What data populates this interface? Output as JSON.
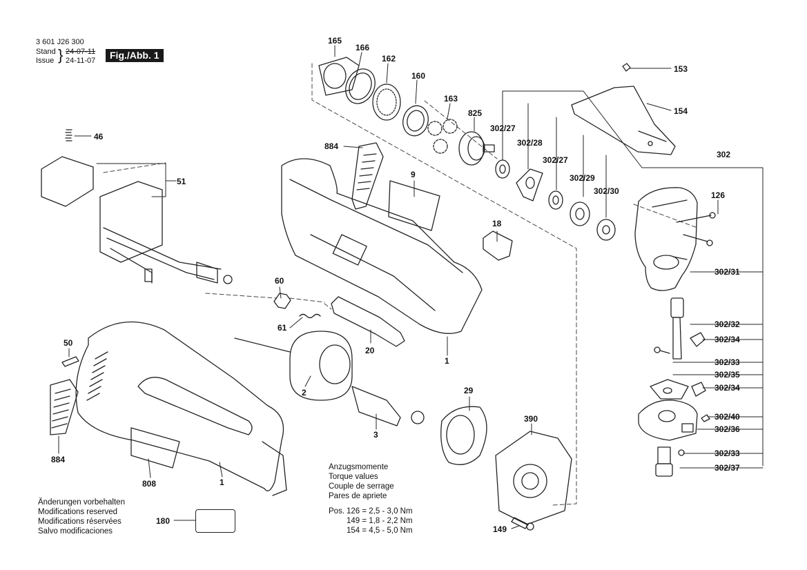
{
  "header": {
    "part_number": "3 601 J26 300",
    "stand_label": "Stand",
    "issue_label": "Issue",
    "stand_date": "24-07-11",
    "issue_date": "24-11-07",
    "figure_label": "Fig./Abb. 1"
  },
  "part_labels": {
    "p165": "165",
    "p166": "166",
    "p162": "162",
    "p160": "160",
    "p163": "163",
    "p825": "825",
    "p153": "153",
    "p154": "154",
    "p302": "302",
    "p46": "46",
    "p884a": "884",
    "p9": "9",
    "p302_27a": "302/27",
    "p302_28": "302/28",
    "p302_27b": "302/27",
    "p302_29": "302/29",
    "p302_30": "302/30",
    "p126": "126",
    "p51": "51",
    "p18": "18",
    "p60": "60",
    "p61": "61",
    "p20": "20",
    "p1a": "1",
    "p302_31": "302/31",
    "p302_32": "302/32",
    "p302_34a": "302/34",
    "p302_33a": "302/33",
    "p302_35": "302/35",
    "p302_34b": "302/34",
    "p302_40": "302/40",
    "p302_36": "302/36",
    "p302_33b": "302/33",
    "p302_37": "302/37",
    "p50": "50",
    "p2": "2",
    "p29": "29",
    "p3": "3",
    "p390": "390",
    "p884b": "884",
    "p808": "808",
    "p1b": "1",
    "p180": "180",
    "p149": "149"
  },
  "torque": {
    "lines": [
      "Anzugsmomente",
      "Torque values",
      "Couple de serrage",
      "Pares de apriete"
    ],
    "pos_prefix": "Pos.",
    "rows": [
      "126 = 2,5 - 3,0 Nm",
      "149 = 1,8 - 2,2 Nm",
      "154 = 4,5 - 5,0 Nm"
    ]
  },
  "modifications": [
    "Änderungen vorbehalten",
    "Modifications reserved",
    "Modifications réservées",
    "Salvo modificaciones"
  ]
}
